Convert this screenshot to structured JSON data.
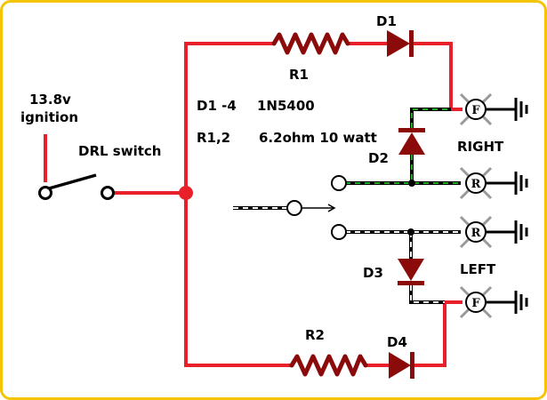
{
  "supply": {
    "voltage": "13.8v",
    "source": "ignition"
  },
  "switch": {
    "label": "DRL switch"
  },
  "spec": {
    "diodes_ref": "D1 -4",
    "diodes_part": "1N5400",
    "resistors_ref": "R1,2",
    "resistors_value": "6.2ohm 10 watt"
  },
  "components": {
    "r1": "R1",
    "r2": "R2",
    "d1": "D1",
    "d2": "D2",
    "d3": "D3",
    "d4": "D4"
  },
  "sides": {
    "right": "RIGHT",
    "left": "LEFT"
  },
  "lamps": {
    "right_front": "F",
    "right_rear": "R",
    "left_rear": "R",
    "left_front": "F"
  },
  "colors": {
    "frame": "#f5c400",
    "wire_red": "#e8202a",
    "component": "#8b0a0a",
    "wire_green": "#22aa22",
    "wire_black": "#000000",
    "lamp_ray": "#999999"
  }
}
